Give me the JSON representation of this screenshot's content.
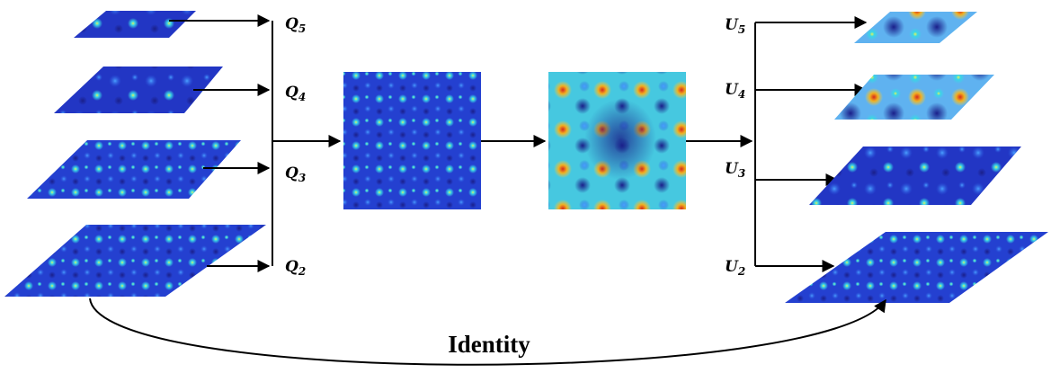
{
  "diagram": {
    "left_labels": [
      {
        "base": "Q",
        "sub": "5"
      },
      {
        "base": "Q",
        "sub": "4"
      },
      {
        "base": "Q",
        "sub": "3"
      },
      {
        "base": "Q",
        "sub": "2"
      }
    ],
    "right_labels": [
      {
        "base": "U",
        "sub": "5"
      },
      {
        "base": "U",
        "sub": "4"
      },
      {
        "base": "U",
        "sub": "3"
      },
      {
        "base": "U",
        "sub": "2"
      }
    ],
    "identity_label": "Identity",
    "colors": {
      "heatmap_low": "#1e2fb0",
      "heatmap_mid": "#39d6e6",
      "heatmap_high": "#e8d020",
      "heatmap_peak": "#d8281c",
      "arrow": "#000000"
    }
  }
}
